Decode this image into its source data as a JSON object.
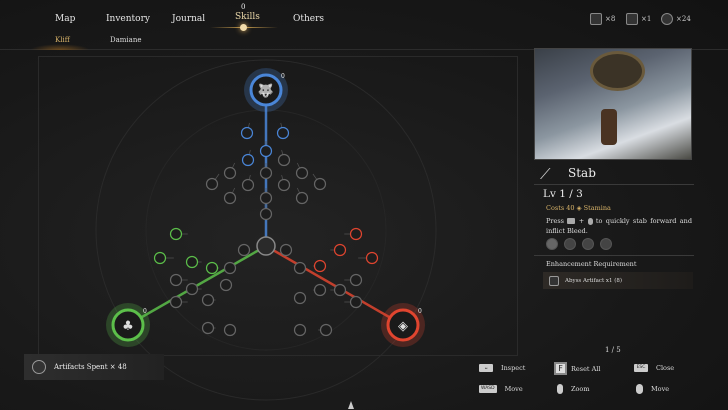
{
  "nav": {
    "tabs": [
      {
        "label": "Map"
      },
      {
        "label": "Inventory"
      },
      {
        "label": "Journal"
      },
      {
        "label": "Skills",
        "active": true,
        "badge": "0"
      },
      {
        "label": "Others"
      }
    ],
    "characters": [
      {
        "label": "Kliff",
        "active": true
      },
      {
        "label": "Damiane"
      }
    ]
  },
  "resources": [
    {
      "icon": "abyss-artifact-icon",
      "count": "×8"
    },
    {
      "icon": "cube-icon",
      "count": "×1"
    },
    {
      "icon": "crest-icon",
      "count": "×24"
    }
  ],
  "tree": {
    "branches": [
      {
        "name": "top",
        "color": "#4a86d8",
        "icon": "wolf-icon",
        "badge": "0"
      },
      {
        "name": "left",
        "color": "#5cbf4a",
        "icon": "tree-icon",
        "badge": "0"
      },
      {
        "name": "right",
        "color": "#e0452f",
        "icon": "diamond-sigil-icon",
        "badge": "0"
      }
    ]
  },
  "skill": {
    "name": "Stab",
    "level": "Lv 1 / 3",
    "cost": "Costs 40",
    "cost_resource": "Stamina",
    "desc_pre": "Press",
    "desc_post": "to quickly stab forward and inflict Bleed.",
    "enhancement_title": "Enhancement Requirement",
    "requirement": "Abyss Artifact  x1 (8)"
  },
  "artifacts_spent": "Artifacts Spent × 48",
  "page": "1 / 5",
  "hints": {
    "inspect": "Inspect",
    "reset_key": "F",
    "reset": "Reset All",
    "close_key": "ESC",
    "close": "Close",
    "move_key": "WASD",
    "move": "Move",
    "zoom": "Zoom",
    "move2": "Move"
  }
}
